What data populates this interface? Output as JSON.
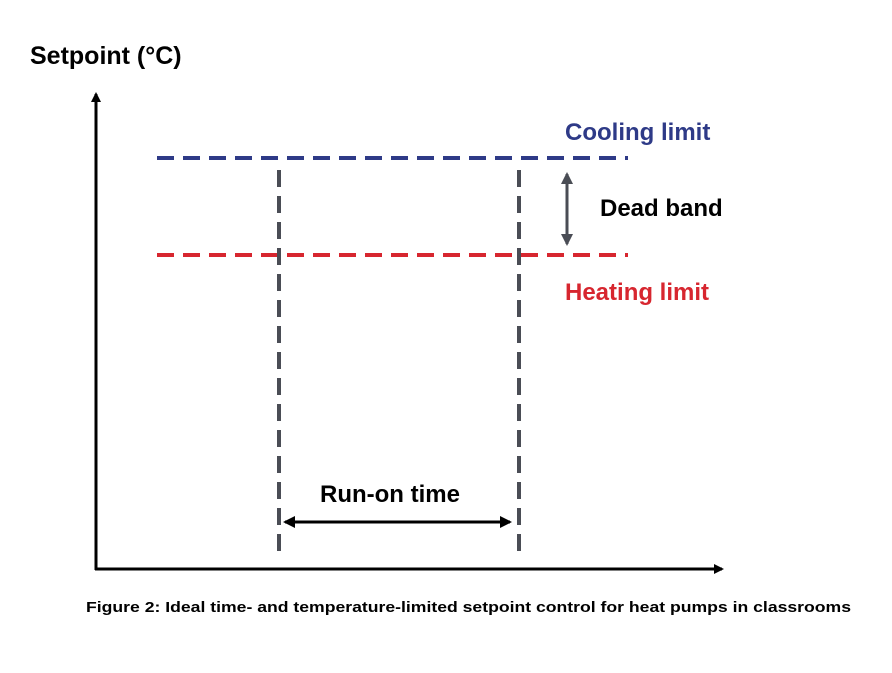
{
  "y_axis_label": "Setpoint (°C)",
  "cooling_limit": {
    "label": "Cooling limit",
    "color": "#2e3a87"
  },
  "heating_limit": {
    "label": "Heating limit",
    "color": "#d7262f"
  },
  "dead_band": {
    "label": "Dead band"
  },
  "run_on_time": {
    "label": "Run-on time"
  },
  "caption": "Figure 2: Ideal time- and temperature-limited setpoint control for heat pumps in classrooms",
  "colors": {
    "axis": "#000000",
    "vertical_markers": "#4a4d55",
    "dead_band_arrow": "#4a4d55",
    "text": "#000000"
  }
}
